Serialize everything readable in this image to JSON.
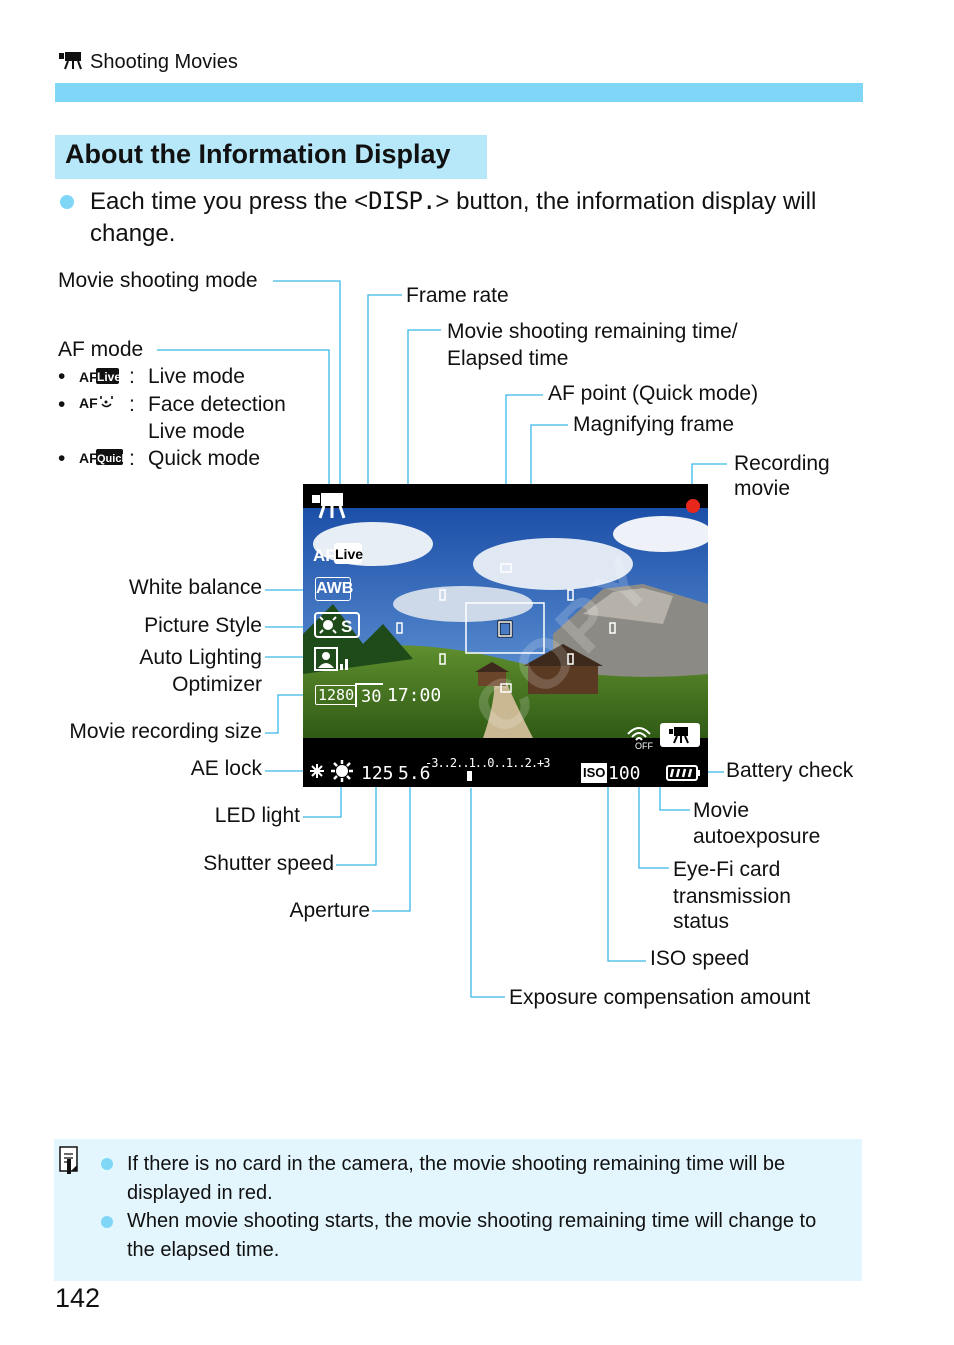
{
  "header": {
    "icon": "movie-camera-icon",
    "section": "Shooting Movies"
  },
  "title": "About the Information Display",
  "intro": {
    "before": "Each time you press the <",
    "disp": "DISP.",
    "after": "> button, the information display will change."
  },
  "labels": {
    "movie_shooting_mode": "Movie shooting mode",
    "frame_rate": "Frame rate",
    "remaining_time": "Movie shooting remaining time/",
    "elapsed_time": "Elapsed time",
    "af_mode": "AF mode",
    "af_live": "Live mode",
    "af_face_1": "Face detection",
    "af_face_2": "Live mode",
    "af_quick": "Quick mode",
    "af_point": "AF point (Quick mode)",
    "magnifying_frame": "Magnifying frame",
    "recording_1": "Recording",
    "recording_2": "movie",
    "white_balance": "White balance",
    "picture_style": "Picture Style",
    "alo_1": "Auto Lighting",
    "alo_2": "Optimizer",
    "recording_size": "Movie recording size",
    "ae_lock": "AE lock",
    "battery_check": "Battery check",
    "movie_ae_1": "Movie",
    "movie_ae_2": "autoexposure",
    "led_light": "LED light",
    "eyefi_1": "Eye-Fi card",
    "eyefi_2": "transmission",
    "eyefi_3": "status",
    "shutter_speed": "Shutter speed",
    "aperture": "Aperture",
    "iso_speed": "ISO speed",
    "exposure_comp": "Exposure compensation amount"
  },
  "af_icons": {
    "live": "AFLive",
    "face": "AF",
    "quick": "AFQuick"
  },
  "screen": {
    "wb": "AWB",
    "size": "1280",
    "fps": "30",
    "time": "17:00",
    "shutter": "125",
    "aperture": "5.6",
    "exp_scale": "-3..2..1..0..1..2.+3",
    "iso": "100",
    "iso_label": "ISO",
    "eyefi": "OFF",
    "watermark": "COPY",
    "rec_color": "#e8281c"
  },
  "notes": [
    "If there is no card in the camera, the movie shooting remaining time will be displayed in red.",
    "When movie shooting starts, the movie shooting remaining time will change to the elapsed time."
  ],
  "page_number": "142",
  "colors": {
    "accent": "#7fd6f7",
    "title_bg": "#b7e8f9",
    "note_bg": "#e3f5fd"
  }
}
